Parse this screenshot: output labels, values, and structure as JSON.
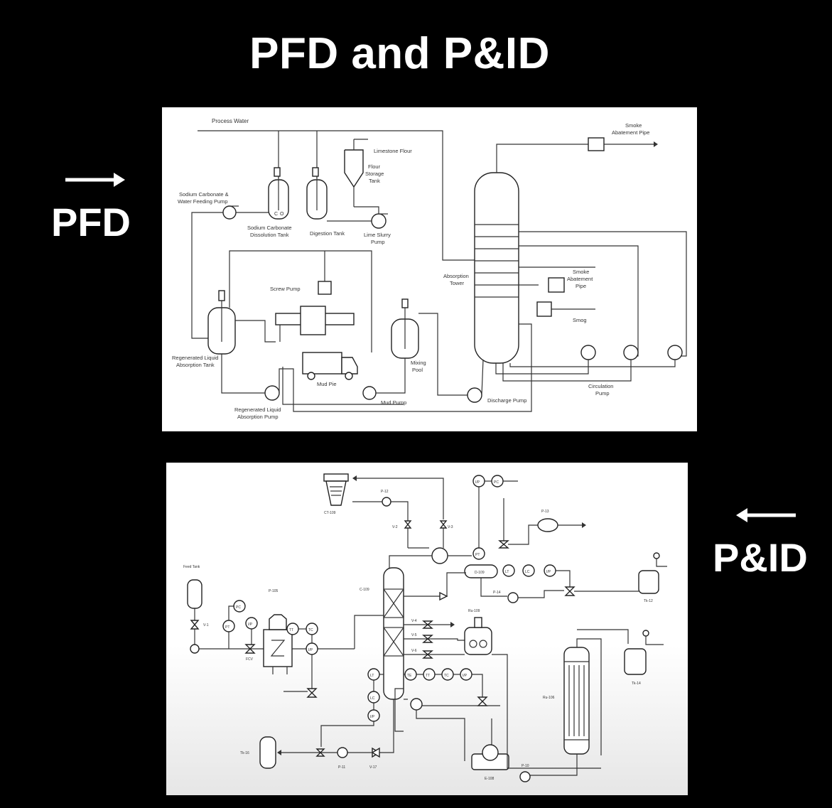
{
  "title": "PFD and P&ID",
  "pfd_label": "PFD",
  "pid_label": "P&ID",
  "pfd": {
    "process_water": "Process Water",
    "smoke_abatement_pipe_top": [
      "Smoke",
      "Abatement Pipe"
    ],
    "limestone_flour": "Limestone Flour",
    "flour_storage_tank": [
      "Flour",
      "Storage",
      "Tank"
    ],
    "sodium_feed_pump": [
      "Sodium Carbonate &",
      "Water Feeding Pump"
    ],
    "sodium_dissolution_tank": [
      "Sodium Carbonate",
      "Dissolution Tank"
    ],
    "digestion_tank": "Digestion Tank",
    "lime_slurry_pump": [
      "Lime Slurry",
      "Pump"
    ],
    "absorption_tower": [
      "Absorption",
      "Tower"
    ],
    "smoke_abatement_pipe_mid": [
      "Smoke",
      "Abatement",
      "Pipe"
    ],
    "smog": "Smog",
    "screw_pump": "Screw Pump",
    "regenerated_tank": [
      "Regenerated Liquid",
      "Absorption Tank"
    ],
    "mixing_pool": [
      "Mixing",
      "Pool"
    ],
    "mud_pie": "Mud Pie",
    "circulation_pump": [
      "Circulation",
      "Pump"
    ],
    "mud_pump": "Mud Pump",
    "discharge_pump": "Discharge Pump",
    "regenerated_pump": [
      "Regenerated Liquid",
      "Absorption Pump"
    ]
  },
  "pid": {
    "ct": "CT-109",
    "p12": "P-12",
    "p13": "P-13",
    "ip": "I/P",
    "pc": "PC",
    "v2": "V-2",
    "v3": "V-3",
    "feed_tank": "Feed Tank",
    "v1": "V-1",
    "pt": "PT",
    "fcv": "FCV",
    "p105": "P-105",
    "c109": "C-109",
    "d109": "D-109",
    "lt": "LT",
    "lc": "LC",
    "p14": "P-14",
    "tk12": "Tk-12",
    "tt": "TT",
    "tc": "TC",
    "te": "TE",
    "v4": "V-4",
    "v5": "V-5",
    "v6": "V-6",
    "ru109": "Ru-109",
    "tk16": "Tk-16",
    "tk14": "Tk-14",
    "r106": "Ru-106",
    "p11": "P-11",
    "v17": "V-17",
    "e108": "E-108",
    "p10": "P-10"
  }
}
